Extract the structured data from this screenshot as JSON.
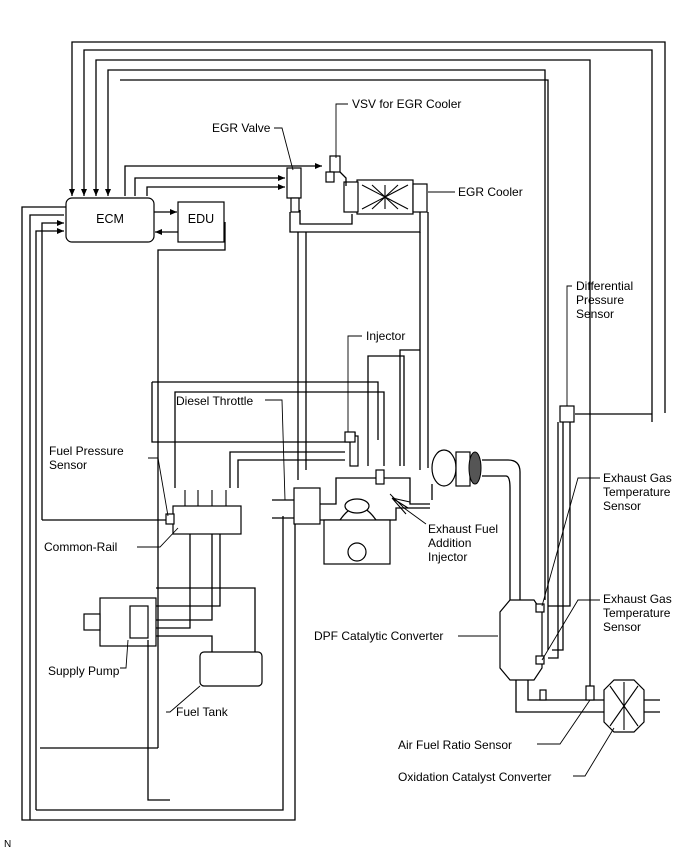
{
  "labels": {
    "ecm": "ECM",
    "edu": "EDU",
    "vsv_egr_cooler": "VSV for EGR Cooler",
    "egr_valve": "EGR Valve",
    "egr_cooler": "EGR Cooler",
    "differential_pressure_sensor": "Differential\nPressure\nSensor",
    "injector": "Injector",
    "diesel_throttle": "Diesel Throttle",
    "fuel_pressure_sensor": "Fuel Pressure\nSensor",
    "common_rail": "Common-Rail",
    "exhaust_fuel_addition_injector": "Exhaust Fuel\nAddition\nInjector",
    "exhaust_gas_temp_sensor_upper": "Exhaust Gas\nTemperature\nSensor",
    "exhaust_gas_temp_sensor_lower": "Exhaust Gas\nTemperature\nSensor",
    "dpf_catalytic_converter": "DPF Catalytic Converter",
    "supply_pump": "Supply Pump",
    "fuel_tank": "Fuel Tank",
    "air_fuel_ratio_sensor": "Air Fuel Ratio Sensor",
    "oxidation_catalyst_converter": "Oxidation Catalyst Converter",
    "corner_mark": "N"
  }
}
